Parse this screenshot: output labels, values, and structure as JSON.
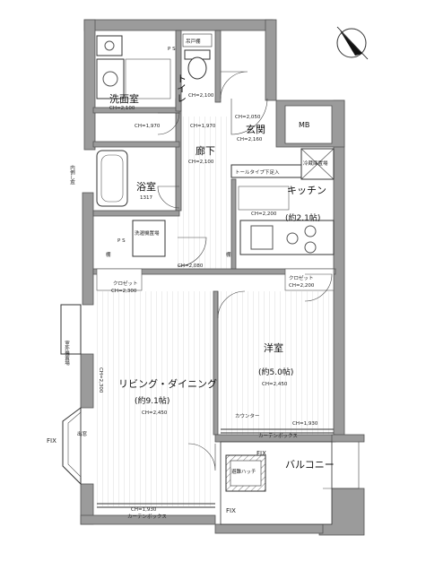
{
  "rooms": {
    "washroom": {
      "name": "洗面室",
      "ceiling": "CH=2,100"
    },
    "toilet": {
      "name": "トイレ",
      "ceiling": "CH=2,100",
      "door_note": "吊戸棚"
    },
    "entrance": {
      "name": "玄関",
      "ceiling": "CH=2,160"
    },
    "hallway": {
      "name": "廊下",
      "ceiling": "CH=2,100"
    },
    "bathroom": {
      "name": "浴室",
      "size": "1317"
    },
    "kitchen": {
      "name": "キッチン",
      "tatami": "(約2.1帖)",
      "ceiling": "CH=2,200"
    },
    "western_room": {
      "name": "洋室",
      "tatami": "(約5.0帖)",
      "ceiling": "CH=2,450"
    },
    "living_dining": {
      "name": "リビング・ダイニング",
      "tatami": "(約9.1帖)",
      "ceiling": "CH=2,450"
    },
    "balcony": {
      "name": "バルコニー"
    }
  },
  "fixtures": {
    "mb": "MB",
    "shoe_rack": "トールタイプ下足入",
    "fridge": "冷蔵庫置場",
    "washer": "洗濯機置場",
    "ps_upper": "P S",
    "ps_lower": "P S",
    "shelf_left": "棚",
    "shelf_right": "棚",
    "closet_left": "クロゼット",
    "closet_right": "クロゼット",
    "curtain_box": "カーテンボックス",
    "counter": "カウンター",
    "outdoor_unit": "室外機置場",
    "inner_window": "内倒し窓",
    "bay_window": "出窓",
    "hatch": "避難ハッチ",
    "upper_shelf": "吊戸棚"
  },
  "labels": {
    "fix_left": "FIX",
    "fix_bottom": "FIX",
    "fix_balcony": "FIX"
  },
  "ceiling_heights": {
    "hall_a": "CH=1,970",
    "hall_b": "CH=1,970",
    "hall_c": "CH=2,050",
    "hall_d": "CH=2,080",
    "closet_left": "CH=2,300",
    "closet_right": "CH=2,200",
    "living_side": "CH=2,300",
    "western_low": "CH=1,930",
    "living_low": "CH=1,930"
  }
}
